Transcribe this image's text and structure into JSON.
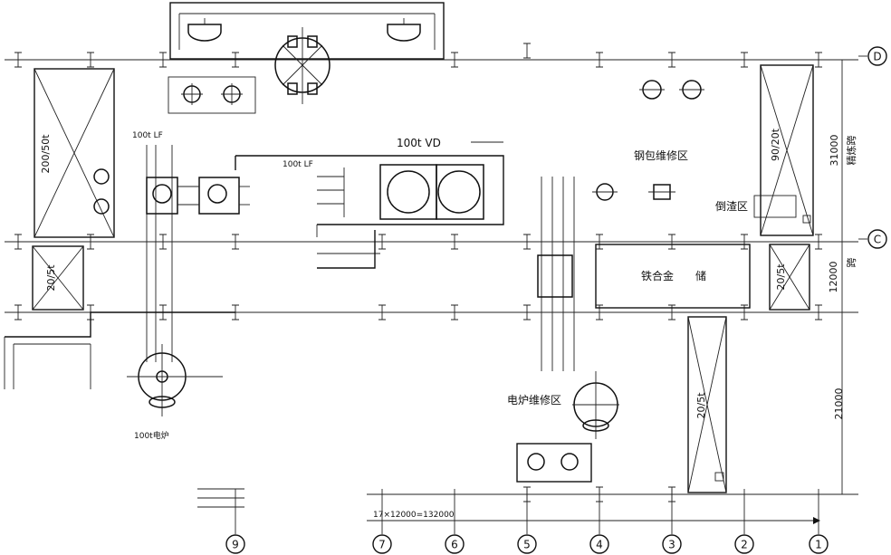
{
  "axes": {
    "rows": [
      "D",
      "C"
    ],
    "columns": [
      "9",
      "7",
      "6",
      "5",
      "4",
      "3",
      "2",
      "1"
    ]
  },
  "cranes": {
    "crane_200_50": "200/50t",
    "crane_90_20": "90/20t",
    "crane_20_5_left": "20/5t",
    "crane_20_5_right": "20/5t",
    "crane_20_5_lower": "20/5t"
  },
  "areas": {
    "ladle_repair": "钢包维修区",
    "slag_pouring": "倒渣区",
    "ferroalloy": "铁合金",
    "ferroalloy_suffix": "储",
    "furnace_repair": "电炉维修区",
    "vd": "100t VD",
    "lf": "100t LF",
    "top_left": "100t LF",
    "furnace_bottom_left": "100t电炉"
  },
  "dimensions": {
    "span_d_c_value": "31000",
    "span_d_c_name": "精炼跨",
    "span_c_mid_value": "12000",
    "span_c_mid_name": "跨",
    "span_lower_value": "21000",
    "column_spacing": "17×12000=132000"
  },
  "colors": {
    "line": "#111111",
    "background": "#ffffff"
  }
}
